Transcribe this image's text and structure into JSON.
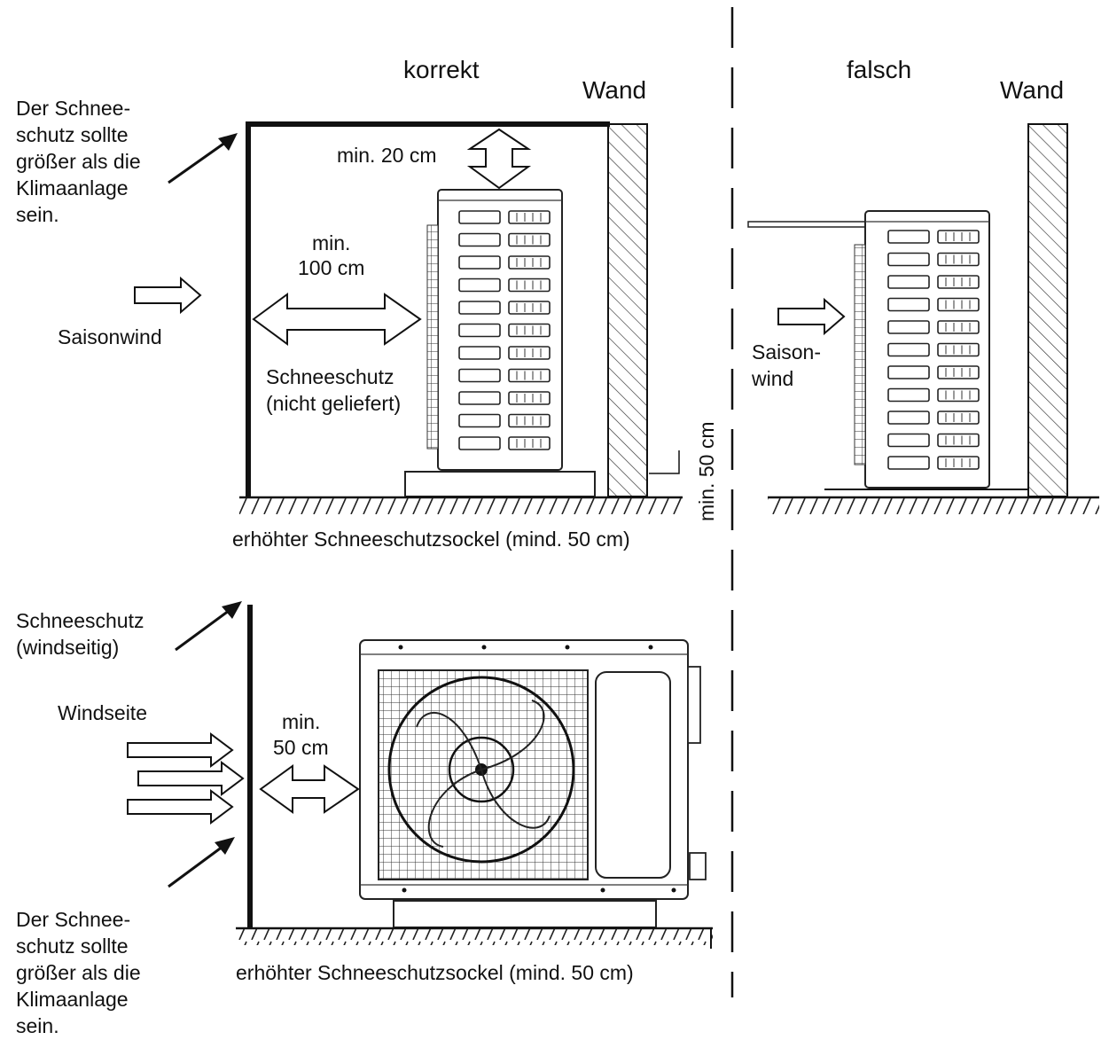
{
  "labels": {
    "korrekt": "korrekt",
    "falsch": "falsch",
    "wand_left": "Wand",
    "wand_right": "Wand",
    "snow_note_top": [
      "Der Schnee-",
      "schutz sollte",
      "größer als die",
      "Klimaanlage",
      "sein."
    ],
    "saisonwind": "Saisonwind",
    "min20": "min. 20 cm",
    "min100": [
      "min.",
      "100 cm"
    ],
    "schneeschutz_nicht": [
      "Schneeschutz",
      "(nicht geliefert)"
    ],
    "min50_vertical": "min. 50 cm",
    "sockel_top": "erhöhter Schneeschutzsockel (mind. 50 cm)",
    "saisonwind_split": [
      "Saison-",
      "wind"
    ],
    "schneeschutz_windseitig": [
      "Schneeschutz",
      "(windseitig)"
    ],
    "windseite": "Windseite",
    "min50": [
      "min.",
      "50 cm"
    ],
    "snow_note_bottom": [
      "Der Schnee-",
      "schutz sollte",
      "größer als die",
      "Klimaanlage",
      "sein."
    ],
    "sockel_bottom": "erhöhter Schneeschutzsockel (mind. 50 cm)"
  }
}
